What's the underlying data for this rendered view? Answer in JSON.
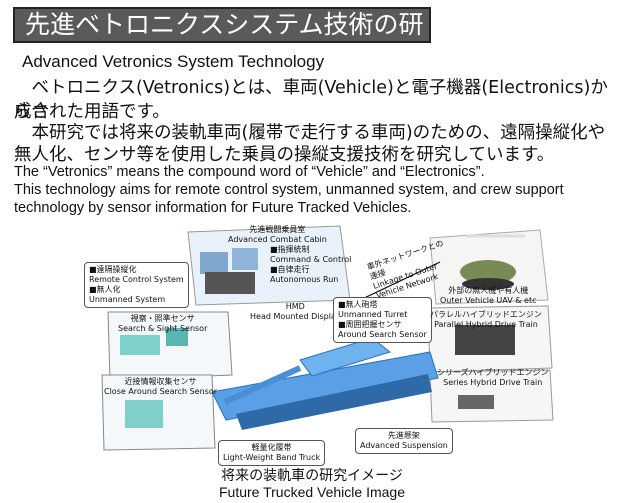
{
  "header": {
    "title": "先進ベトロニクスシステム技術の研究"
  },
  "subtitle": "Advanced Vetronics System Technology",
  "body_jp": [
    "　ベトロニクス(Vetronics)とは、車両(Vehicle)と電子機器(Electronics)から合",
    "成された用語です。",
    "　本研究では将来の装軌車両(履帯で走行する車両)のための、遠隔操縦化や",
    "無人化、センサ等を使用した乗員の操縦支援技術を研究しています。"
  ],
  "body_en": [
    "The “Vetronics” means the compound word of “Vehicle” and “Electronics”.",
    "This technology aims for remote control system, unmanned system, and crew support",
    "technology by sensor information for Future Tracked Vehicles."
  ],
  "diagram": {
    "cabin_jp": "先進戦闘乗員室",
    "cabin_en": "Advanced Combat Cabin",
    "cmd_jp": "■指揮統制",
    "cmd_en": "Command & Control",
    "auto_jp": "■自律走行",
    "auto_en": "Autonomous Run",
    "remote_jp": "■遠隔操縦化",
    "remote_en": "Remote Control System",
    "unmanned_jp": "■無人化",
    "unmanned_en": "Unmanned System",
    "hmd_jp": "HMD",
    "hmd_en": "Head Mounted Display",
    "turret_jp": "■無人砲塔",
    "turret_en": "Unmanned Turret",
    "around_jp": "■周囲把握センサ",
    "around_en": "Around Search Sensor",
    "link_jp": "車外ネットワークとの連接",
    "link_en": "Linkage to Outer Vehicle Network",
    "outer_jp": "外部の無人機や有人機",
    "outer_en": "Outer Vehicle UAV & etc",
    "parallel_jp": "パラレルハイブリッドエンジン",
    "parallel_en": "Parallel Hybrid Drive Train",
    "series_jp": "シリーズハイブリッドエンジン",
    "series_en": "Series Hybrid Drive Train",
    "sight_jp": "視察・照準センサ",
    "sight_en": "Search & Sight Sensor",
    "close_jp": "近接情報収集センサ",
    "close_en": "Close Around Search Sensor",
    "susp_jp": "先進懸架",
    "susp_en": "Advanced Suspension",
    "band_jp": "軽量化履帯",
    "band_en": "Light-Weight Band Truck",
    "colors": {
      "vehicle": "#5aa0e6",
      "panel": "#cfe6f7",
      "accent": "#2a6fbf"
    }
  },
  "caption": {
    "jp": "将来の装軌車の研究イメージ",
    "en": "Future Trucked Vehicle Image"
  }
}
